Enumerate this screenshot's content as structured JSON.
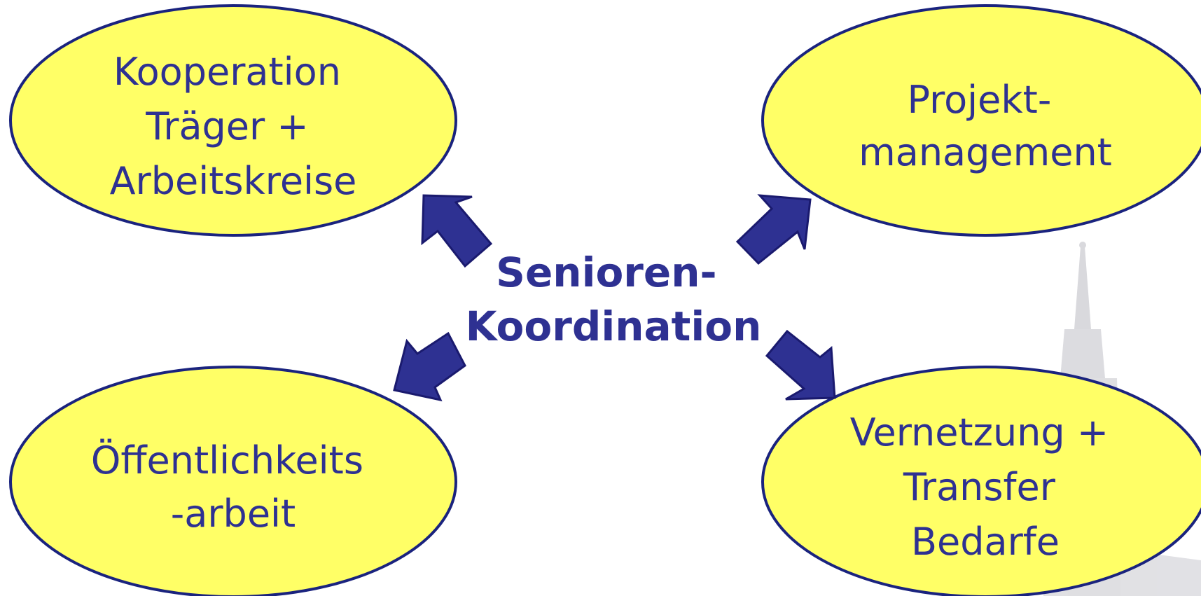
{
  "colors": {
    "node_fill": "#ffff66",
    "node_stroke": "#1a237e",
    "text": "#2e3192",
    "arrow_fill": "#2e3192",
    "arrow_stroke": "#1a1a6e",
    "watermark": "#cfcfd4"
  },
  "center": {
    "lines": [
      "Senioren-",
      "Koordination"
    ]
  },
  "nodes": {
    "top_left": {
      "lines": [
        "Kooperation",
        "Träger +",
        "Arbeitskreise"
      ]
    },
    "top_right": {
      "lines": [
        "Projekt-",
        "management"
      ]
    },
    "bottom_left": {
      "lines": [
        "Öffentlichkeits",
        "-arbeit"
      ]
    },
    "bottom_right": {
      "lines": [
        "Vernetzung +",
        "Transfer",
        "Bedarfe"
      ]
    }
  },
  "watermark": {
    "icon": "church-tower-icon"
  }
}
